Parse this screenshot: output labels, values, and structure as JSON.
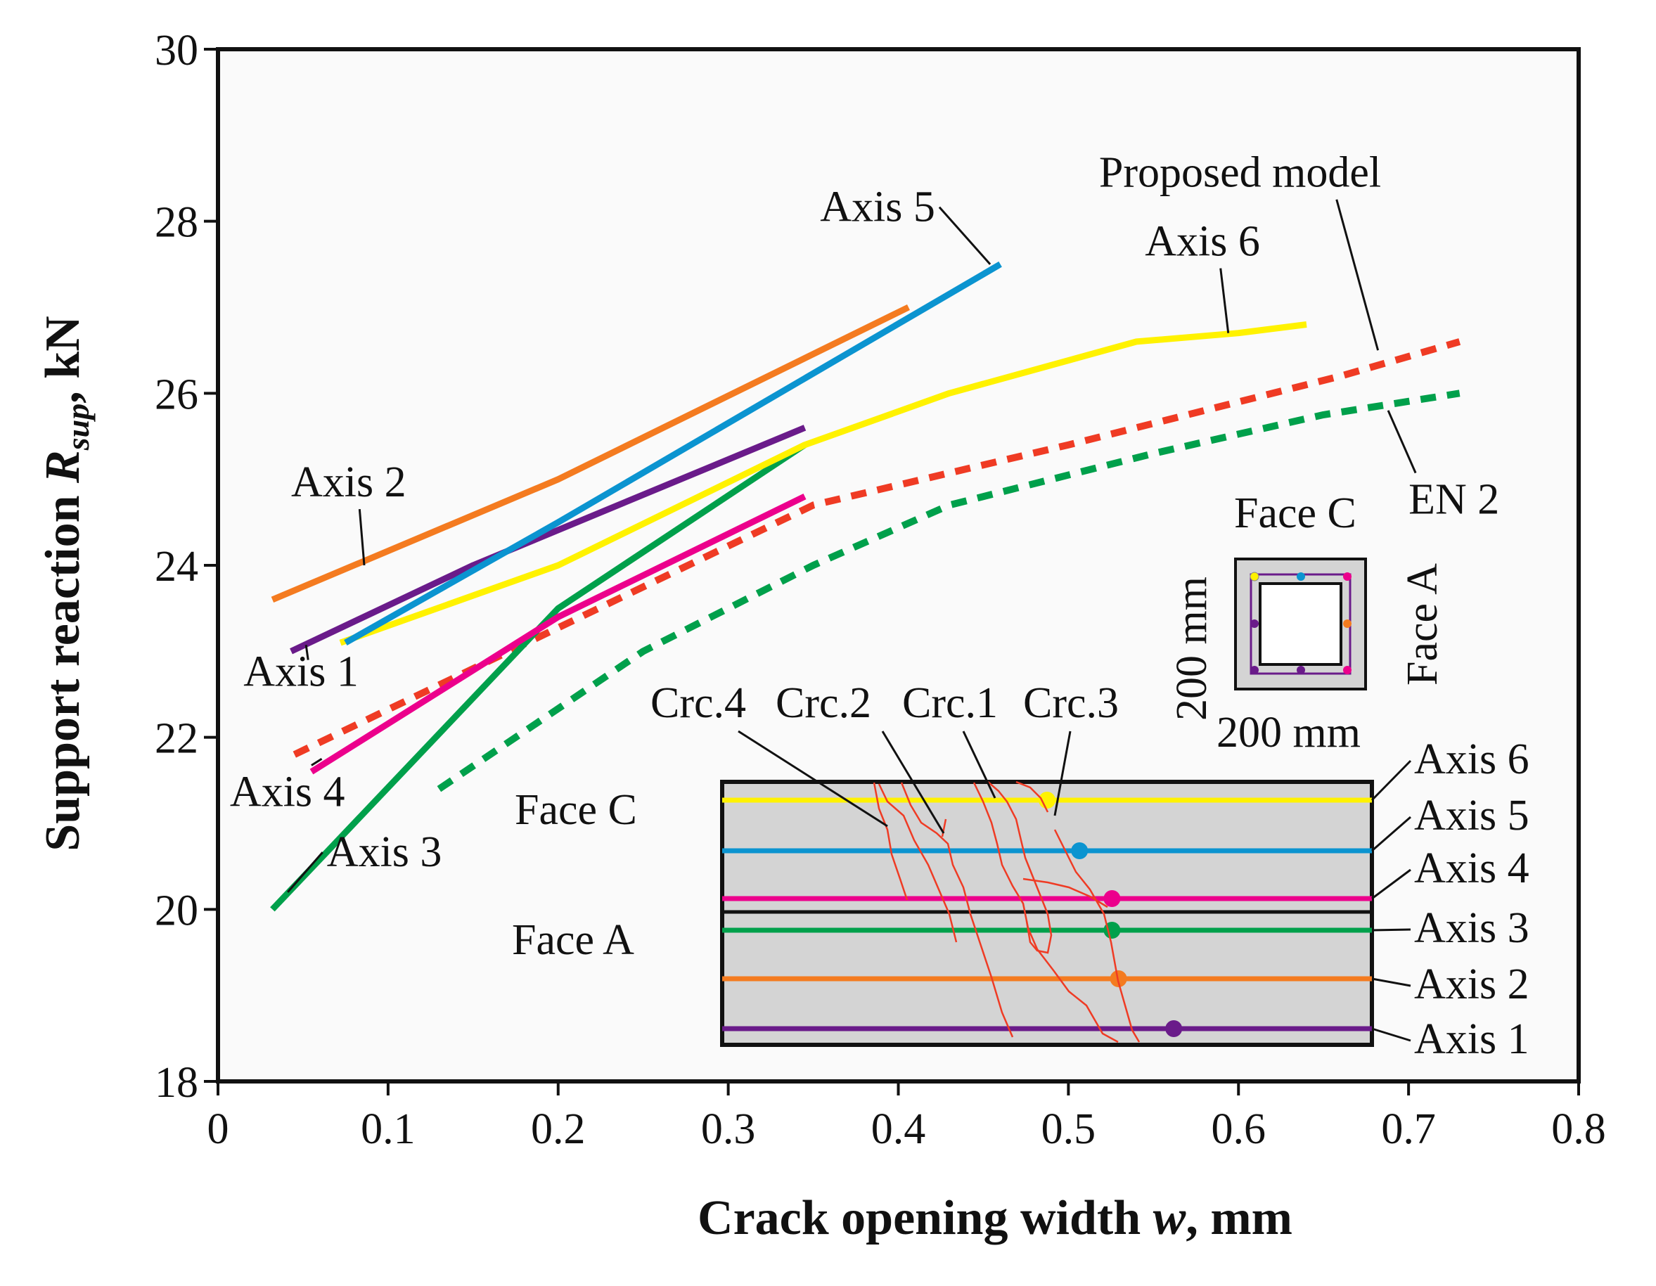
{
  "colors": {
    "axis1": "#6a1b8a",
    "axis2": "#f47b20",
    "axis3": "#00a04b",
    "axis4": "#ec008c",
    "axis5": "#0b94d0",
    "axis6": "#fff200",
    "proposed": "#ef3b24",
    "en2": "#00a04b",
    "crack": "#ef3b24",
    "beam_fill": "#d4d4d4",
    "plot_bg": "#fafafa"
  },
  "chart_data": {
    "type": "line",
    "xlim": [
      0,
      0.8
    ],
    "ylim": [
      18,
      30
    ],
    "x_ticks": [
      "0",
      "0.1",
      "0.2",
      "0.3",
      "0.4",
      "0.5",
      "0.6",
      "0.7",
      "0.8"
    ],
    "y_ticks": [
      "18",
      "20",
      "22",
      "24",
      "26",
      "28",
      "30"
    ],
    "xlabel": {
      "main": "Crack opening width ",
      "var": "w",
      "unit": ", mm"
    },
    "ylabel": {
      "main": "Support reaction ",
      "var": "R",
      "sub": "sup",
      "unit": ", kN"
    },
    "grid": false,
    "series": [
      {
        "name": "Axis 1",
        "color_key": "axis1",
        "style": "solid",
        "x": [
          0.043,
          0.15,
          0.345
        ],
        "y": [
          23.0,
          24.0,
          25.6
        ]
      },
      {
        "name": "Axis 2",
        "color_key": "axis2",
        "style": "solid",
        "x": [
          0.032,
          0.2,
          0.406
        ],
        "y": [
          23.6,
          25.0,
          27.0
        ]
      },
      {
        "name": "Axis 3",
        "color_key": "axis3",
        "style": "solid",
        "x": [
          0.032,
          0.2,
          0.345
        ],
        "y": [
          20.0,
          23.5,
          25.4
        ]
      },
      {
        "name": "Axis 4",
        "color_key": "axis4",
        "style": "solid",
        "x": [
          0.055,
          0.2,
          0.345
        ],
        "y": [
          21.6,
          23.4,
          24.8
        ]
      },
      {
        "name": "Axis 5",
        "color_key": "axis5",
        "style": "solid",
        "x": [
          0.075,
          0.2,
          0.46
        ],
        "y": [
          23.1,
          24.5,
          27.5
        ]
      },
      {
        "name": "Axis 6",
        "color_key": "axis6",
        "style": "solid",
        "x": [
          0.072,
          0.2,
          0.345,
          0.43,
          0.54,
          0.6,
          0.64
        ],
        "y": [
          23.1,
          24.0,
          25.4,
          26.0,
          26.6,
          26.7,
          26.8
        ]
      },
      {
        "name": "Proposed model",
        "color_key": "proposed",
        "style": "dashed",
        "x": [
          0.045,
          0.35,
          0.5,
          0.66,
          0.73
        ],
        "y": [
          21.8,
          24.7,
          25.4,
          26.2,
          26.6
        ]
      },
      {
        "name": "EN 2",
        "color_key": "en2",
        "style": "dashed",
        "x": [
          0.13,
          0.25,
          0.35,
          0.43,
          0.55,
          0.65,
          0.73
        ],
        "y": [
          21.4,
          23.0,
          24.0,
          24.7,
          25.3,
          25.75,
          26.0
        ]
      }
    ],
    "annotations": [
      {
        "text": "Axis 1",
        "x": 0.015,
        "y": 22.6,
        "tip_x": 0.053,
        "tip_y": 22.9
      },
      {
        "text": "Axis 2",
        "x": 0.043,
        "y": 24.8,
        "tip_x": 0.086,
        "tip_y": 24.0
      },
      {
        "text": "Axis 3",
        "x": 0.064,
        "y": 20.5,
        "tip_x": 0.041,
        "tip_y": 20.2
      },
      {
        "text": "Axis 4",
        "x": 0.007,
        "y": 21.2,
        "tip_x": 0.061,
        "tip_y": 21.75
      },
      {
        "text": "Axis 5",
        "x": 0.354,
        "y": 28.0,
        "tip_x": 0.454,
        "tip_y": 27.5
      },
      {
        "text": "Axis 6",
        "x": 0.545,
        "y": 27.6,
        "tip_x": 0.594,
        "tip_y": 26.7
      },
      {
        "text": "Proposed model",
        "x": 0.518,
        "y": 28.4,
        "tip_x": 0.682,
        "tip_y": 26.5
      },
      {
        "text": "EN 2",
        "x": 0.7,
        "y": 24.6,
        "tip_x": 0.688,
        "tip_y": 25.8
      }
    ],
    "inset": {
      "face_c_label": "Face C",
      "face_a_label": "Face A",
      "dim_vertical": "200 mm",
      "dim_horizontal": "200 mm",
      "beam_face_c": "Face C",
      "beam_face_a": "Face A",
      "crack_labels": [
        "Crc.4",
        "Crc.2",
        "Crc.1",
        "Crc.3"
      ],
      "beam_axes": [
        {
          "name": "Axis 6",
          "color_key": "axis6",
          "marker": 0.5
        },
        {
          "name": "Axis 5",
          "color_key": "axis5",
          "marker": 0.55
        },
        {
          "name": "Axis 4",
          "color_key": "axis4",
          "marker": 0.6
        },
        {
          "name": "Axis 3",
          "color_key": "axis3",
          "marker": 0.6
        },
        {
          "name": "Axis 2",
          "color_key": "axis2",
          "marker": 0.61
        },
        {
          "name": "Axis 1",
          "color_key": "axis1",
          "marker": 0.695
        }
      ]
    }
  }
}
